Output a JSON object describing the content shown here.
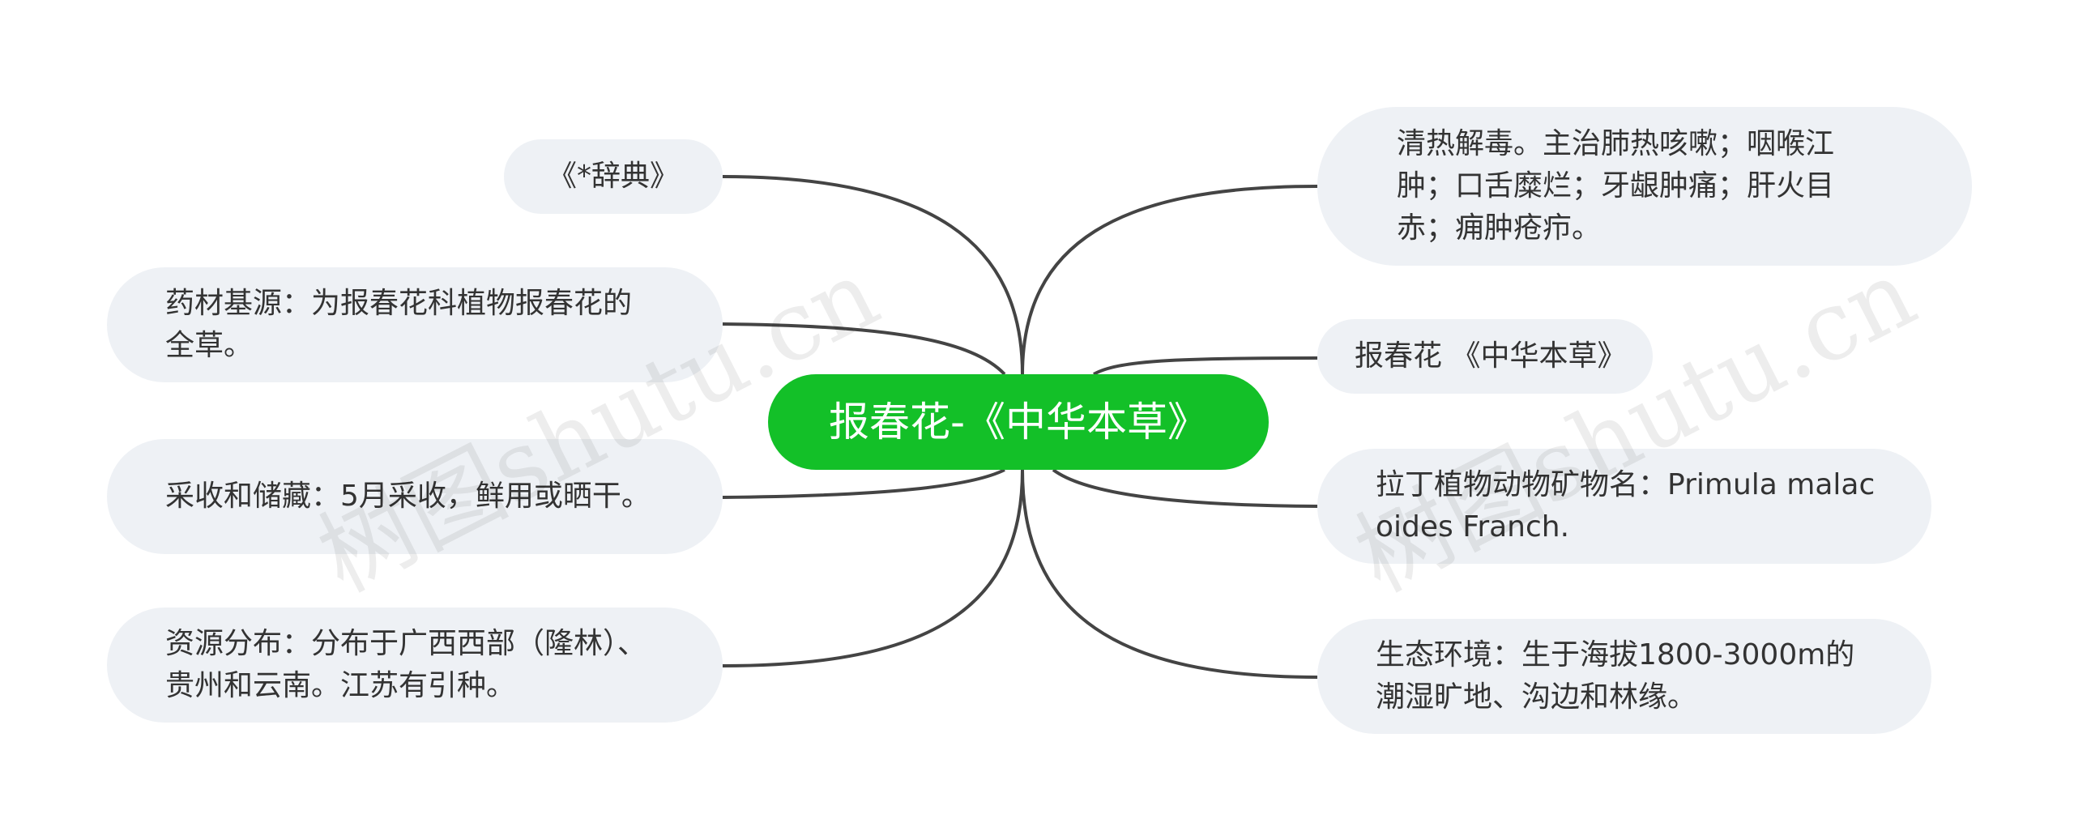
{
  "colors": {
    "root_fill": "#13c028",
    "root_text": "#ffffff",
    "node_fill": "#eef1f5",
    "node_text": "#333333",
    "edge": "#444444"
  },
  "root": {
    "label": "报春花-《中华本草》"
  },
  "left_nodes": [
    {
      "label": "《*辞典》"
    },
    {
      "label": "药材基源：为报春花科植物报春花的全草。"
    },
    {
      "label": "采收和储藏：5月采收，鲜用或晒干。"
    },
    {
      "label": "资源分布：分布于广西西部（隆林）、贵州和云南。江苏有引种。"
    }
  ],
  "right_nodes": [
    {
      "label": "清热解毒。主治肺热咳嗽；咽喉江肿；口舌糜烂；牙龈肿痛；肝火目赤；痈肿疮疖。"
    },
    {
      "label": "报春花 《中华本草》"
    },
    {
      "label": "拉丁植物动物矿物名：Primula malacoides Franch."
    },
    {
      "label": "生态环境：生于海拔1800-3000m的潮湿旷地、沟边和林缘。"
    }
  ],
  "watermarks": [
    "树图shutu.cn",
    "树图shutu.cn"
  ]
}
